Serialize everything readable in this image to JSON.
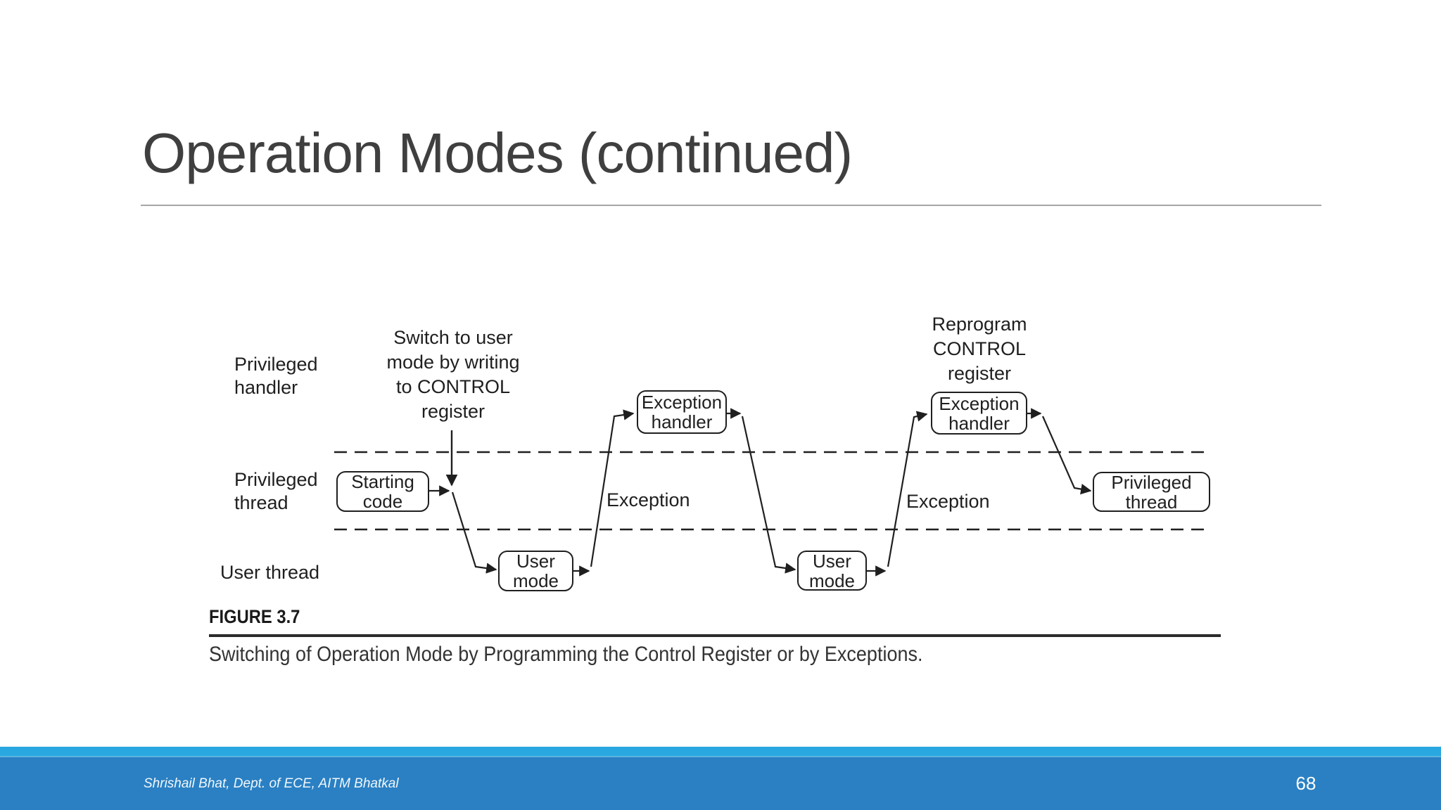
{
  "slide": {
    "title": "Operation Modes (continued)",
    "footer_credit": "Shrishail Bhat, Dept. of ECE, AITM Bhatkal",
    "page_number": "68"
  },
  "figure": {
    "row_labels": {
      "privileged_handler": "Privileged\nhandler",
      "privileged_thread": "Privileged\nthread",
      "user_thread": "User thread"
    },
    "annotations": {
      "switch_note": "Switch to user\nmode by writing\nto CONTROL\nregister",
      "reprogram_note": "Reprogram\nCONTROL\nregister",
      "exception_left": "Exception",
      "exception_right": "Exception"
    },
    "boxes": {
      "starting_code": "Starting\ncode",
      "user_mode_first": "User\nmode",
      "exception_handler_first": "Exception\nhandler",
      "user_mode_second": "User\nmode",
      "exception_handler_second": "Exception\nhandler",
      "privileged_thread": "Privileged\nthread"
    },
    "caption": {
      "label": "FIGURE 3.7",
      "text": "Switching of Operation Mode by Programming the Control Register or by Exceptions."
    }
  },
  "colors": {
    "accent_strip": "#29a7e0",
    "footer_bar": "#2a80c3",
    "title_text": "#3f3f3f",
    "rule": "#a6a6a6",
    "ink": "#1f1f1f"
  }
}
